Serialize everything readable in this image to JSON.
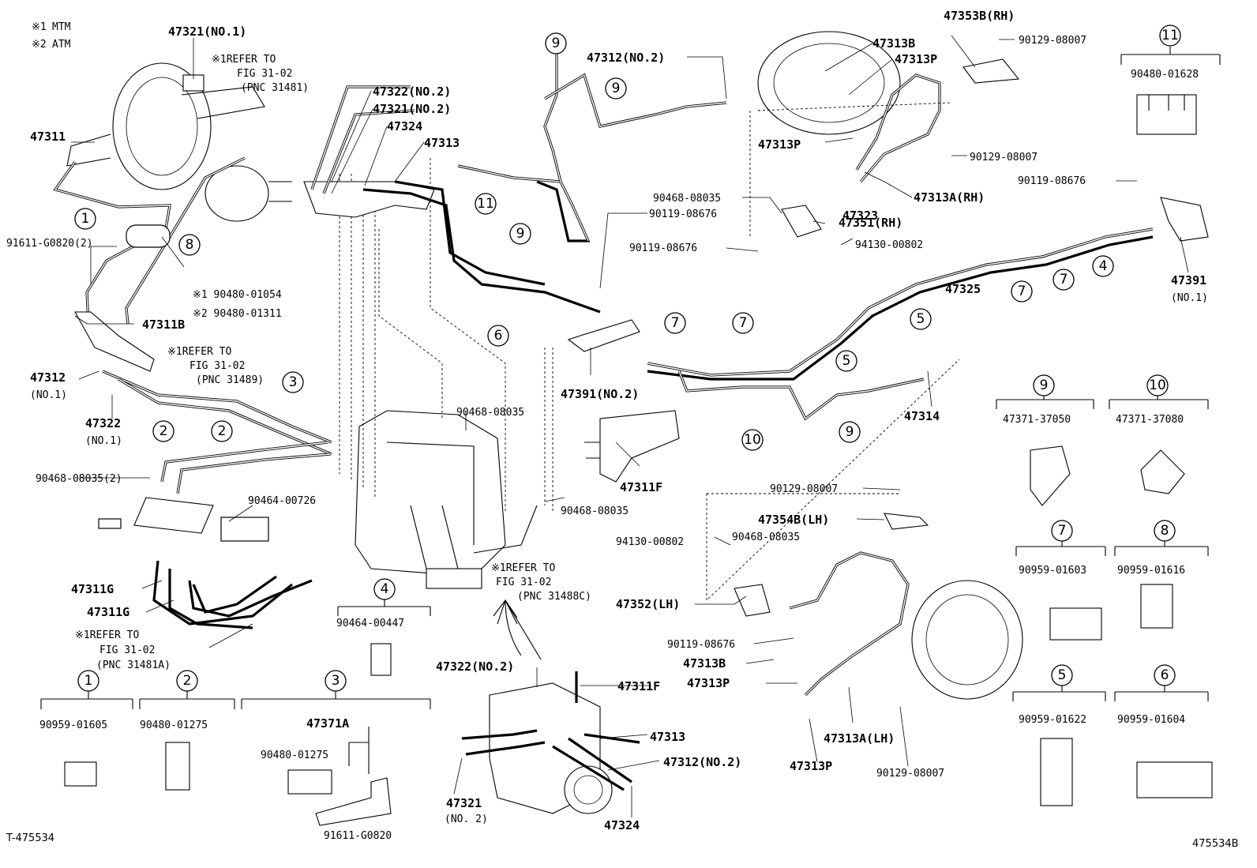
{
  "legend": [
    {
      "mark": "※1",
      "text": "MTM"
    },
    {
      "mark": "※2",
      "text": "ATM"
    }
  ],
  "parts": {
    "p47321_no1": "47321(NO.1)",
    "p47311": "47311",
    "p91611_g0820_2": "91611-G0820(2)",
    "p90480_01054": "※1 90480-01054",
    "p90480_01311": "※2 90480-01311",
    "p47311b": "47311B",
    "p47312": "47312",
    "p47312_no1": "(NO.1)",
    "p47322": "47322",
    "p47322_no1": "(NO.1)",
    "p90468_08035_2": "90468-08035(2)",
    "p90464_00726": "90464-00726",
    "p47311g_a": "47311G",
    "p47311g_b": "47311G",
    "p47322_no2_top": "47322(NO.2)",
    "p47321_no2_top": "47321(NO.2)",
    "p47324_top": "47324",
    "p47313_top": "47313",
    "p47312_no2_top": "47312(NO.2)",
    "p90119_08676_mid": "90119-08676",
    "p47391_no2": "47391(NO.2)",
    "p90468_08035_a": "90468-08035",
    "p90468_08035_b": "90468-08035",
    "p47311f_a": "47311F",
    "p90464_00447": "90464-00447",
    "p47322_no2_bot": "47322(NO.2)",
    "p47311f_b": "47311F",
    "p47313_bot": "47313",
    "p47312_no2_bot": "47312(NO.2)",
    "p47321_bot": "47321",
    "p47321_bot_no2": "(NO. 2)",
    "p47324_bot": "47324",
    "p47313b_rh": "47313B",
    "p47313p_rh1": "47313P",
    "p47313p_rh2": "47313P",
    "p47353b_rh": "47353B(RH)",
    "p90129_08007_a": "90129-08007",
    "p90129_08007_b": "90129-08007",
    "p47313a_rh": "47313A(RH)",
    "p90468_08035_rh": "90468-08035",
    "p47351_rh": "47351(RH)",
    "p90119_08676_rh": "90119-08676",
    "p94130_00802_rh": "94130-00802",
    "p90119_08676_r": "90119-08676",
    "p47323": "47323",
    "p47325": "47325",
    "p47391_no1": "47391",
    "p47391_no1b": "(NO.1)",
    "p47314": "47314",
    "p90129_08007_c": "90129-08007",
    "p47354b_lh": "47354B(LH)",
    "p94130_00802_lh": "94130-00802",
    "p90468_08035_lh": "90468-08035",
    "p47352_lh": "47352(LH)",
    "p90119_08676_lh": "90119-08676",
    "p47313b_lh": "47313B",
    "p47313p_lh1": "47313P",
    "p47313a_lh": "47313A(LH)",
    "p47313p_lh2": "47313P",
    "p90129_08007_d": "90129-08007"
  },
  "refs": {
    "r1_a": "※1REFER TO",
    "r1_b": "FIG 31-02",
    "r1_c": "(PNC 31481)",
    "r2_a": "※1REFER TO",
    "r2_b": "FIG 31-02",
    "r2_c": "(PNC 31489)",
    "r3_a": "※1REFER TO",
    "r3_b": "FIG 31-02",
    "r3_c": "(PNC 31481A)",
    "r4_a": "※1REFER TO",
    "r4_b": "FIG 31-02",
    "r4_c": "(PNC 31488C)"
  },
  "clamps": [
    {
      "num": "①",
      "part": "90959-01605"
    },
    {
      "num": "②",
      "part": "90480-01275"
    },
    {
      "num": "③",
      "part": "47371A",
      "sub1": "90480-01275",
      "sub2": "91611-G0820"
    },
    {
      "num": "④",
      "part": "90464-00447"
    },
    {
      "num": "⑤",
      "part": "90959-01622"
    },
    {
      "num": "⑥",
      "part": "90959-01604"
    },
    {
      "num": "⑦",
      "part": "90959-01603"
    },
    {
      "num": "⑧",
      "part": "90959-01616"
    },
    {
      "num": "⑨",
      "part": "47371-37050"
    },
    {
      "num": "⑩",
      "part": "47371-37080"
    },
    {
      "num": "⑪",
      "part": "90480-01628"
    }
  ],
  "callout_numbers": [
    "1",
    "2",
    "3",
    "4",
    "5",
    "6",
    "7",
    "8",
    "9",
    "10",
    "11"
  ],
  "footer": {
    "left_code": "T-475534",
    "right_code": "475534B"
  }
}
